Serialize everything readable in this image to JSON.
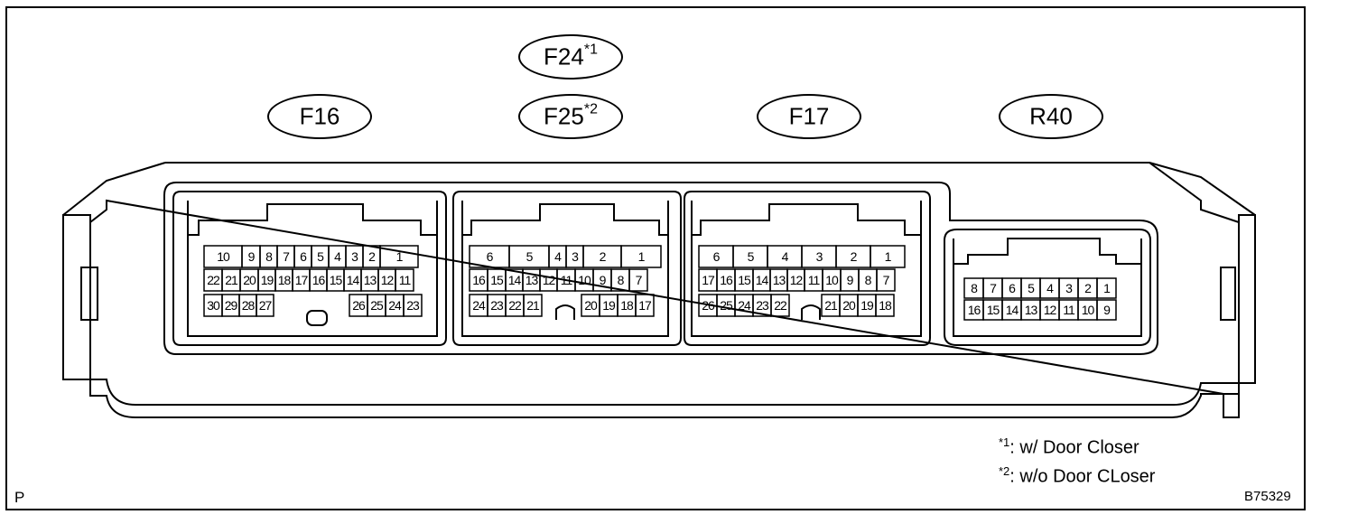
{
  "connectors": [
    {
      "label": "F16",
      "rows": [
        [
          "10",
          "9",
          "8",
          "7",
          "6",
          "5",
          "4",
          "3",
          "2",
          "1"
        ],
        [
          "22",
          "21",
          "20",
          "19",
          "18",
          "17",
          "16",
          "15",
          "14",
          "13",
          "12",
          "11"
        ],
        [
          "30",
          "29",
          "28",
          "27",
          "26",
          "25",
          "24",
          "23"
        ]
      ]
    },
    {
      "label": "F25",
      "label_sup": "*2",
      "rows": [
        [
          "6",
          "5",
          "4",
          "3",
          "2",
          "1"
        ],
        [
          "16",
          "15",
          "14",
          "13",
          "12",
          "11",
          "10",
          "9",
          "8",
          "7"
        ],
        [
          "24",
          "23",
          "22",
          "21",
          "20",
          "19",
          "18",
          "17"
        ]
      ]
    },
    {
      "label": "F17",
      "rows": [
        [
          "6",
          "5",
          "4",
          "3",
          "2",
          "1"
        ],
        [
          "17",
          "16",
          "15",
          "14",
          "13",
          "12",
          "11",
          "10",
          "9",
          "8",
          "7"
        ],
        [
          "26",
          "25",
          "24",
          "23",
          "22",
          "21",
          "20",
          "19",
          "18"
        ]
      ]
    },
    {
      "label": "R40",
      "rows": [
        [
          "8",
          "7",
          "6",
          "5",
          "4",
          "3",
          "2",
          "1"
        ],
        [
          "16",
          "15",
          "14",
          "13",
          "12",
          "11",
          "10",
          "9"
        ]
      ]
    }
  ],
  "extra_label": {
    "label": "F24",
    "label_sup": "*1"
  },
  "footnotes": [
    {
      "marker": "*1",
      "text": ": w/ Door Closer"
    },
    {
      "marker": "*2",
      "text": ": w/o Door CLoser"
    }
  ],
  "corner_left": "P",
  "corner_right": "B75329"
}
